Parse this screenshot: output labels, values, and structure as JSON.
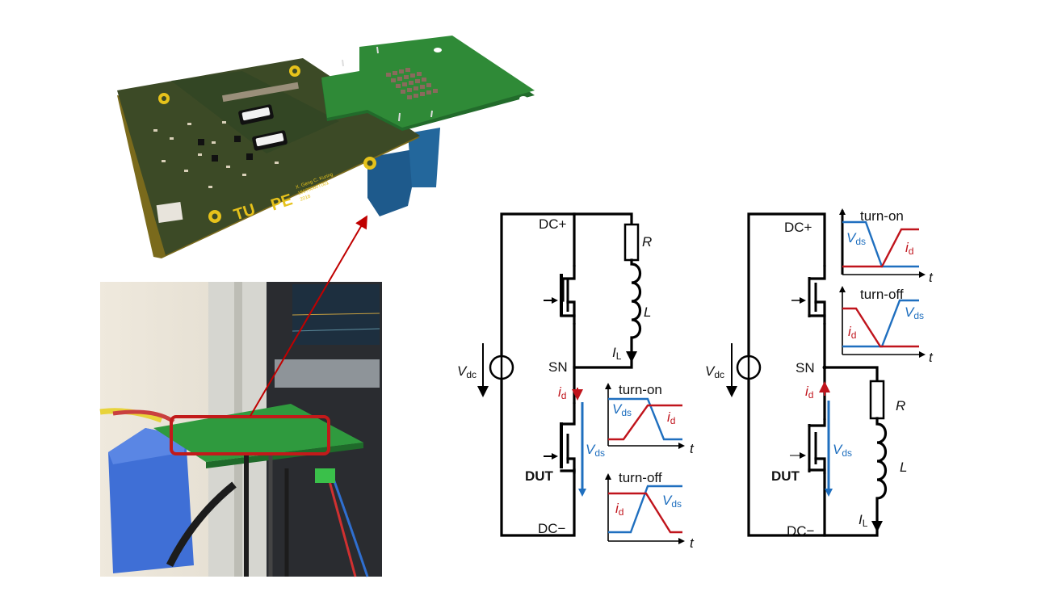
{
  "figure": {
    "pcb_render": {
      "silkscreen_text": [
        "X. Geng  C. Kuring",
        "15076060T001",
        "2018"
      ],
      "colors": {
        "board": "#3c4a26",
        "top_board": "#2f8a37",
        "heatsink": "#1e5a8c",
        "pad": "#e6c21b"
      }
    },
    "photo": {
      "highlight_color": "#c21a1a"
    },
    "callout_arrow_color": "#c00000",
    "colors": {
      "vds": "#1f6fbf",
      "id": "#c0141c",
      "wire": "#000000"
    },
    "circuit_left": {
      "title": "Double pulse test, inductive load on high side",
      "labels": {
        "dc_plus": "DC+",
        "dc_minus": "DC−",
        "sn": "SN",
        "dut": "DUT",
        "r": "R",
        "l": "L",
        "il_main": "I",
        "il_sub": "L",
        "vdc_main": "V",
        "vdc_sub": "dc",
        "id_main": "i",
        "id_sub": "d",
        "vds_main": "V",
        "vds_sub": "ds"
      },
      "waveforms": [
        {
          "title": "turn-on",
          "t_label": "t",
          "vds_label_main": "V",
          "vds_label_sub": "ds",
          "id_label_main": "i",
          "id_label_sub": "d"
        },
        {
          "title": "turn-off",
          "t_label": "t",
          "vds_label_main": "V",
          "vds_label_sub": "ds",
          "id_label_main": "i",
          "id_label_sub": "d"
        }
      ]
    },
    "circuit_right": {
      "labels": {
        "dc_plus": "DC+",
        "dc_minus": "DC−",
        "sn": "SN",
        "dut": "DUT",
        "r": "R",
        "l": "L",
        "il_main": "I",
        "il_sub": "L",
        "vdc_main": "V",
        "vdc_sub": "dc",
        "id_main": "i",
        "id_sub": "d",
        "vds_main": "V",
        "vds_sub": "ds"
      },
      "waveforms": [
        {
          "title": "turn-on",
          "t_label": "t",
          "vds_label_main": "V",
          "vds_label_sub": "ds",
          "id_label_main": "i",
          "id_label_sub": "d"
        },
        {
          "title": "turn-off",
          "t_label": "t",
          "vds_label_main": "V",
          "vds_label_sub": "ds",
          "id_label_main": "i",
          "id_label_sub": "d"
        }
      ]
    }
  }
}
